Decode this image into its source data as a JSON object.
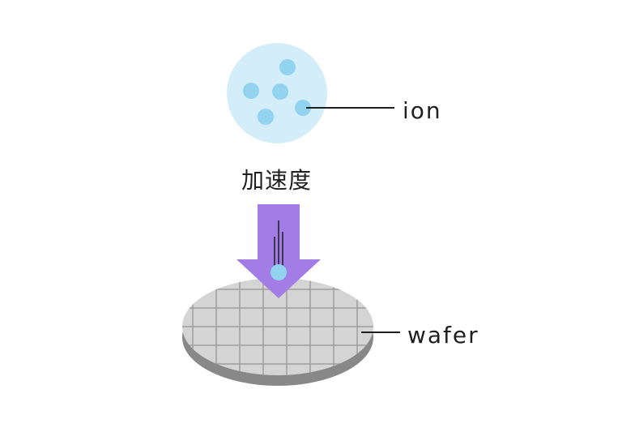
{
  "labels": {
    "ion": "ion",
    "acceleration": "加速度",
    "wafer": "wafer"
  },
  "colors": {
    "ion_cloud": "#d3eef9",
    "ion_particle": "#92d3f0",
    "arrow": "#a37de6",
    "wafer_top": "#d4d4d4",
    "wafer_side": "#888888",
    "grid": "#9e9e9e",
    "leader_line": "#1f1f1f"
  },
  "icons": {
    "ion_cloud": "ion-cloud-icon",
    "arrow": "down-arrow-icon",
    "wafer": "wafer-disc-icon"
  }
}
